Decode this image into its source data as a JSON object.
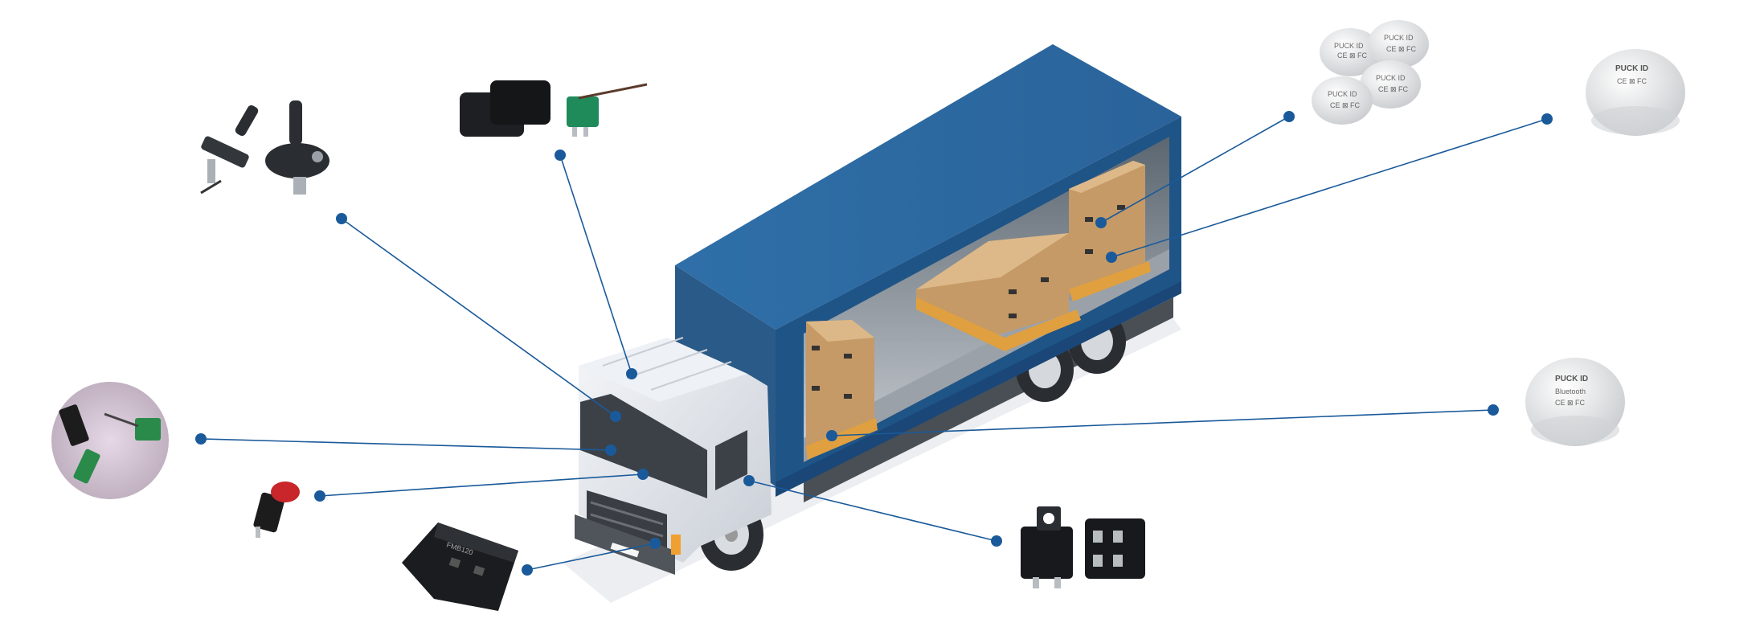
{
  "diagram": {
    "subject": "truck",
    "accent_color": "#1a5a9a",
    "cargo_box_color": "#2d6aa3",
    "parts": [
      {
        "id": "door-sensors",
        "icon": "door-switch-icon"
      },
      {
        "id": "limit-switches",
        "icon": "microswitch-icon"
      },
      {
        "id": "ble-sensor-pack",
        "icon": "ble-puck-group-icon"
      },
      {
        "id": "ble-sensor-rear",
        "icon": "ble-puck-icon"
      },
      {
        "id": "ble-sensor-floor",
        "icon": "ble-puck-icon"
      },
      {
        "id": "microswitch-photo",
        "icon": "microswitch-photo-icon"
      },
      {
        "id": "panic-button",
        "icon": "panic-button-icon"
      },
      {
        "id": "gps-tracker",
        "icon": "gps-tracker-icon"
      },
      {
        "id": "relays",
        "icon": "relay-icon"
      }
    ],
    "labels": {
      "puck_brand": "PUCK ID",
      "puck_cert": "CE ⊠ FC",
      "puck_ble": "Bluetooth",
      "tracker_model": "FMB120"
    }
  }
}
